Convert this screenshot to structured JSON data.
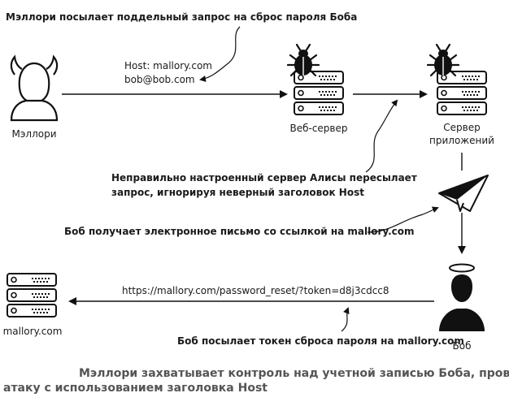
{
  "notes": {
    "mallory_sends": "Мэллори посылает поддельный запрос на сброс пароля Боба",
    "host_header": "Host: mallory.com",
    "email_param": "bob@bob.com",
    "alice_server_line1": "Неправильно настроенный сервер Алисы пересылает",
    "alice_server_line2": "запрос, игнорируя неверный заголовок Host",
    "bob_receives": "Боб получает электронное письмо со ссылкой на mallory.com",
    "reset_link": "https://mallory.com/password_reset/?token=d8j3cdcc8",
    "bob_sends_token": "Боб посылает токен сброса пароля на mallory.com"
  },
  "nodes": {
    "mallory": "Мэллори",
    "web_server": "Веб-сервер",
    "app_server_line1": "Сервер",
    "app_server_line2": "приложений",
    "bob": "Боб",
    "mallory_com": "mallory.com"
  },
  "caption": {
    "line1": "Мэллори захватывает контроль над учетной записью Боба, проводя",
    "line2": "атаку с использованием заголовка Host"
  },
  "icons": {
    "attacker": "devil-person-icon",
    "victim": "angel-person-icon",
    "server": "server-rack-icon",
    "bug": "bug-icon",
    "email": "paper-plane-icon"
  }
}
